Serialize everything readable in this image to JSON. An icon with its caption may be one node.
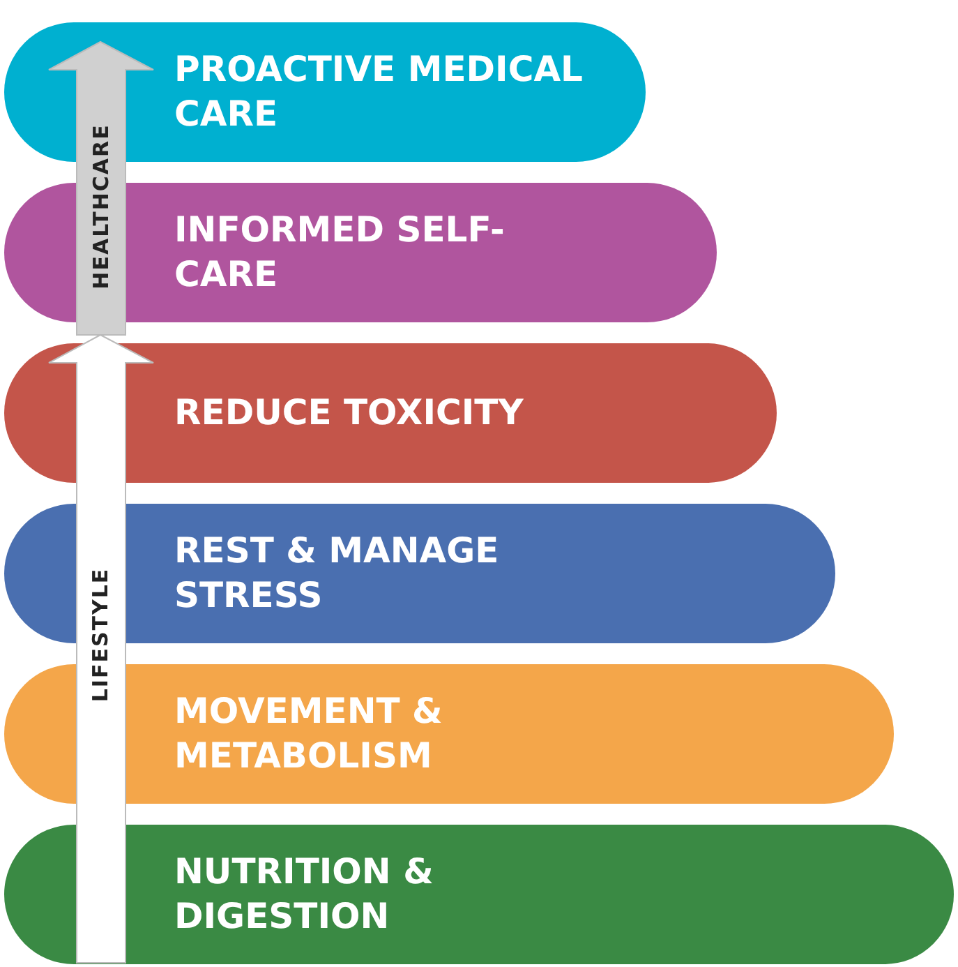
{
  "diagram": {
    "nodes": [
      {
        "text": [
          "PROACTIVE MEDICAL CARE"
        ]
      },
      {
        "text": [
          "INFORMED SELF-CARE"
        ]
      },
      {
        "text": [
          "REDUCE TOXICITY"
        ]
      },
      {
        "text": [
          "REST & MANAGE STRESS"
        ]
      },
      {
        "text": [
          "MOVEMENT & METABOLISM"
        ]
      },
      {
        "text": [
          "NUTRITION & DIGESTION"
        ]
      }
    ],
    "edges": [],
    "labels": [
      "HEALTHCARE",
      "LIFESTYLE"
    ]
  }
}
